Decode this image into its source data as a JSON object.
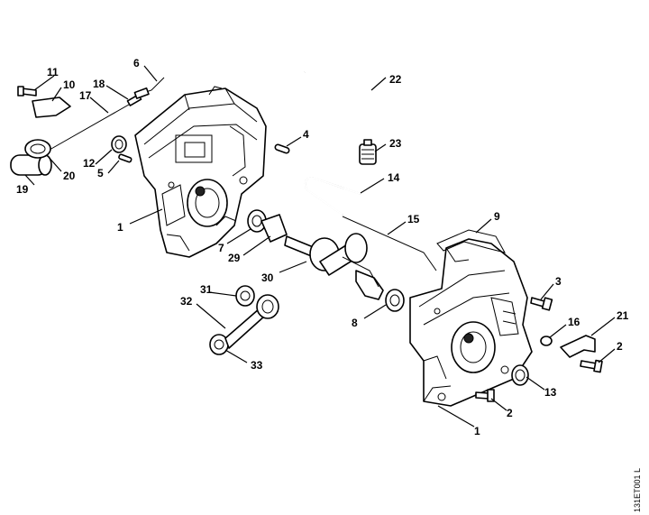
{
  "doc_id": "131ET001 L",
  "callouts": [
    {
      "key": "c11",
      "label": "11"
    },
    {
      "key": "c10",
      "label": "10"
    },
    {
      "key": "c18",
      "label": "18"
    },
    {
      "key": "c17",
      "label": "17"
    },
    {
      "key": "c6",
      "label": "6"
    },
    {
      "key": "c12",
      "label": "12"
    },
    {
      "key": "c5",
      "label": "5"
    },
    {
      "key": "c20",
      "label": "20"
    },
    {
      "key": "c19",
      "label": "19"
    },
    {
      "key": "c1a",
      "label": "1"
    },
    {
      "key": "c7",
      "label": "7"
    },
    {
      "key": "c29",
      "label": "29"
    },
    {
      "key": "c30",
      "label": "30"
    },
    {
      "key": "c4",
      "label": "4"
    },
    {
      "key": "c22",
      "label": "22"
    },
    {
      "key": "c23",
      "label": "23"
    },
    {
      "key": "c14",
      "label": "14"
    },
    {
      "key": "c15",
      "label": "15"
    },
    {
      "key": "c9",
      "label": "9"
    },
    {
      "key": "c3",
      "label": "3"
    },
    {
      "key": "c31",
      "label": "31"
    },
    {
      "key": "c32",
      "label": "32"
    },
    {
      "key": "c33",
      "label": "33"
    },
    {
      "key": "c8",
      "label": "8"
    },
    {
      "key": "c16",
      "label": "16"
    },
    {
      "key": "c21",
      "label": "21"
    },
    {
      "key": "c2a",
      "label": "2"
    },
    {
      "key": "c13",
      "label": "13"
    },
    {
      "key": "c2b",
      "label": "2"
    },
    {
      "key": "c1b",
      "label": "1"
    }
  ]
}
